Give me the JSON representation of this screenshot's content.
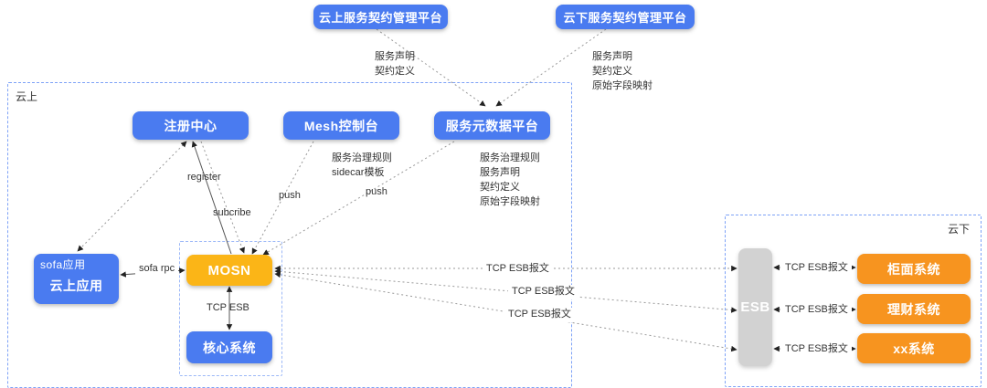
{
  "regions": {
    "cloud_on": "云上",
    "cloud_off": "云下"
  },
  "nodes": {
    "platform_on": "云上服务契约管理平台",
    "platform_off": "云下服务契约管理平台",
    "registry": "注册中心",
    "mesh_console": "Mesh控制台",
    "metadata_platform": "服务元数据平台",
    "cloud_app_tag": "sofa应用",
    "cloud_app": "云上应用",
    "mosn": "MOSN",
    "core_system": "核心系统",
    "esb": "ESB",
    "counter_system": "柜面系统",
    "wealth_system": "理财系统",
    "xx_system": "xx系统"
  },
  "edges": {
    "svc_decl_2": "服务声明\n契约定义",
    "svc_decl_3": "服务声明\n契约定义\n原始字段映射",
    "governance_sidecar": "服务治理规则\nsidecar模板",
    "governance_full": "服务治理规则\n服务声明\n契约定义\n原始字段映射",
    "register": "register",
    "subcribe": "subcribe",
    "push": "push",
    "sofa_rpc": "sofa rpc",
    "tcp_esb": "TCP ESB",
    "tcp_esb_msg": "TCP ESB报文"
  },
  "colors": {
    "node_blue": "#4a7bf0",
    "node_orange": "#f7941f",
    "node_yellow": "#fbb517",
    "node_gray": "#d2d2d2",
    "region_border": "#7ea2f7",
    "line": "#999999"
  }
}
